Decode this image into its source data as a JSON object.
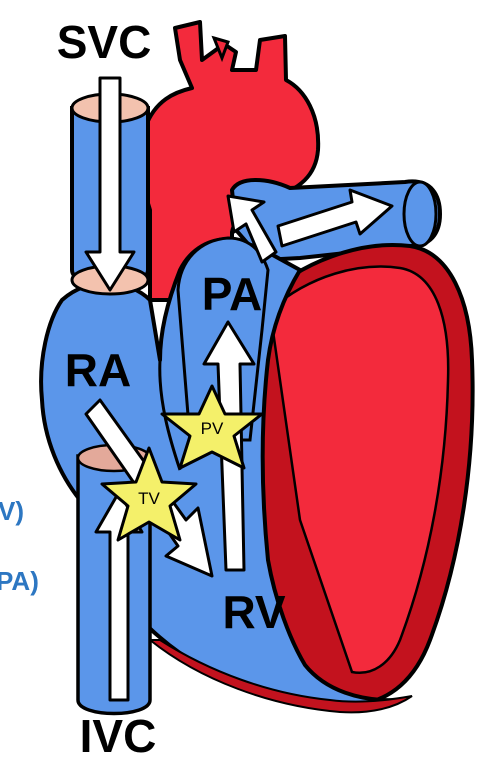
{
  "labels": {
    "svc": "SVC",
    "ra": "RA",
    "pa": "PA",
    "rv": "RV",
    "ivc": "IVC",
    "tv": "TV",
    "pv": "PV"
  },
  "side_text": {
    "line1": "V)",
    "line2": "PA)"
  },
  "colors": {
    "deoxygenated": "#5b96ea",
    "oxygenated": "#f32a3c",
    "valve_star": "#f4f06a",
    "arrow_fill": "#ffffff",
    "side_text": "#2d77c2"
  },
  "icons": [
    "flow-arrow-icon",
    "valve-star-icon"
  ]
}
